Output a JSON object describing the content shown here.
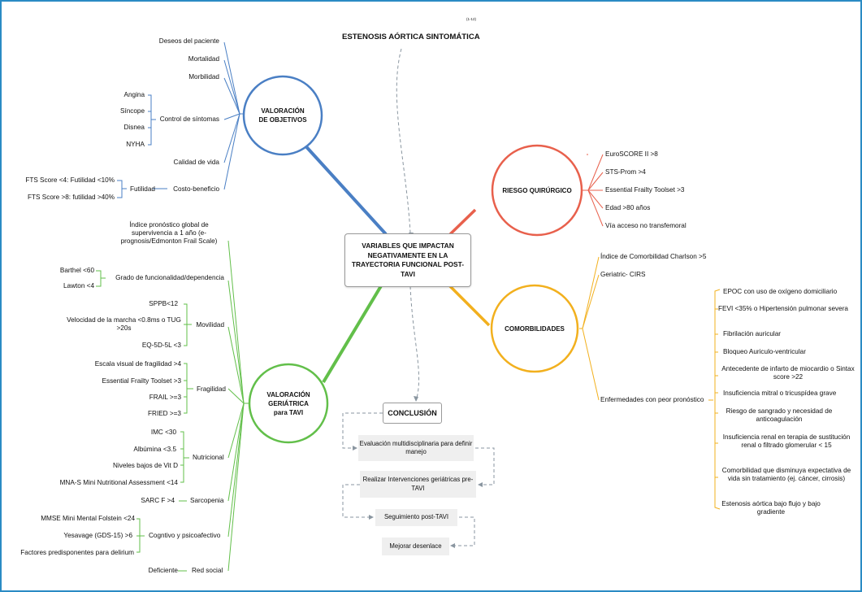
{
  "reference": "(1-12)",
  "top_title": "ESTENOSIS AÓRTICA SINTOMÁTICA",
  "central": "VARIABLES QUE IMPACTAN NEGATIVAMENTE EN LA TRAYECTORIA FUNCIONAL POST-TAVI",
  "colors": {
    "frame": "#2a8bc4",
    "objetivos": "#4a7fc4",
    "riesgo": "#e8604c",
    "comorbilidades": "#f2b01e",
    "geriatrica": "#62bf4a",
    "flow": "#8a96a0"
  },
  "objetivos": {
    "label_1": "VALORACIÓN",
    "label_2": "DE OBJETIVOS",
    "items": [
      "Deseos del paciente",
      "Mortalidad",
      "Morbilidad",
      "Control de síntomas",
      "Calidad de vida",
      "Costo-beneficio"
    ],
    "sintomas": [
      "Angina",
      "Síncope",
      "Disnea",
      "NYHA"
    ],
    "futilidad_label": "Futilidad",
    "futilidad": [
      "FTS Score <4: Futilidad <10%",
      "FTS Score >8: futilidad >40%"
    ]
  },
  "riesgo": {
    "label": "RIESGO QUIRÚRGICO",
    "items": [
      "EuroSCORE II >8",
      "STS-Prom >4",
      "Essential Frailty Toolset >3",
      "Edad >80 años",
      "Vía acceso no transfemoral"
    ]
  },
  "comorbilidades": {
    "label": "COMORBILIDADES",
    "items": [
      "Índice de Comorbilidad Charlson >5",
      "Geriatric- CIRS",
      "Enfermedades con peor pronóstico"
    ],
    "peor_pronostico": [
      "EPOC con uso de oxígeno domiciliario",
      "FEVI <35% o Hipertensión pulmonar severa",
      "Fibrilación auricular",
      "Bloqueo Auriculo-ventricular",
      "Antecedente de infarto de miocardio o Sintax score >22",
      "Insuficiencia mitral o tricuspídea grave",
      "Riesgo de sangrado y necesidad de anticoagulación",
      "Insuficiencia renal en terapia de sustitución renal o filtrado glomerular < 15",
      "Comorbilidad que disminuya expectativa de vida sin tratamiento (ej. cáncer, cirrosis)",
      "Estenosis aórtica bajo flujo y bajo gradiente"
    ]
  },
  "geriatrica": {
    "label_1": "VALORACIÓN",
    "label_2": "GERIÁTRICA",
    "label_3": "para TAVI",
    "indice": "Índice pronóstico global de supervivencia a 1 año (e-prognosis/Edmonton Frail Scale)",
    "funcionalidad": {
      "label": "Grado de funcionalidad/dependencia",
      "items": [
        "Barthel <60",
        "Lawton <4"
      ]
    },
    "movilidad": {
      "label": "Movilidad",
      "items": [
        "SPPB<12",
        "Velocidad de la marcha <0.8ms o TUG >20s",
        "EQ-5D-5L <3"
      ]
    },
    "fragilidad": {
      "label": "Fragilidad",
      "items": [
        "Escala visual de fragilidad >4",
        "Essential Frailty Toolset >3",
        "FRAIL >=3",
        "FRIED >=3"
      ]
    },
    "nutricional": {
      "label": "Nutricional",
      "items": [
        "IMC <30",
        "Albúmina <3.5",
        "Niveles bajos de Vit D",
        "MNA-S Mini Nutritional Assessment <14"
      ]
    },
    "sarcopenia": {
      "label": "Sarcopenia",
      "items": [
        "SARC F >4"
      ]
    },
    "cognitivo": {
      "label": "Cogntivo y psicoafectivo",
      "items": [
        "MMSE Mini Mental Folstein <24",
        "Yesavage (GDS-15) >6",
        "Factores predisponentes para delirium"
      ]
    },
    "red_social": {
      "label": "Red social",
      "items": [
        "Deficiente"
      ]
    }
  },
  "conclusion": {
    "label": "CONCLUSIÓN",
    "steps": [
      "Evaluación multidisciplinaria para definir manejo",
      "Realizar Intervenciones geriátricas pre-TAVI",
      "Seguimiento post-TAVI",
      "Mejorar desenlace"
    ]
  }
}
